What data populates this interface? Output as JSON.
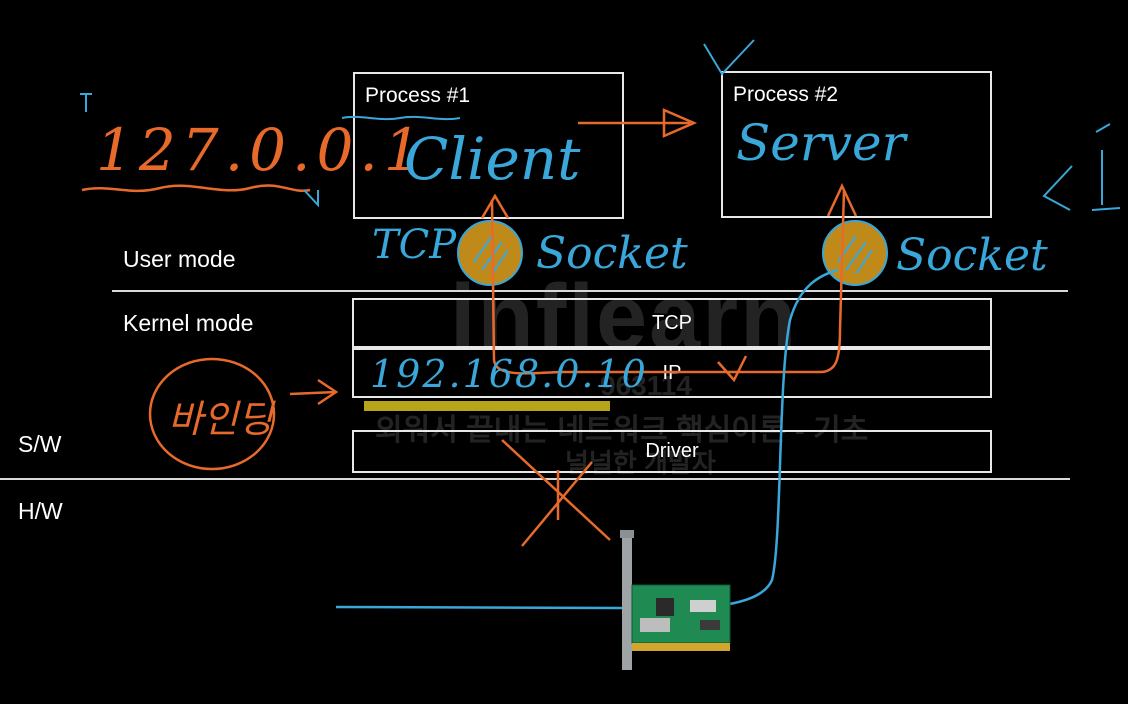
{
  "diagram": {
    "process1": {
      "title": "Process #1",
      "annotation": "Client"
    },
    "process2": {
      "title": "Process #2",
      "annotation": "Server"
    },
    "labels": {
      "user_mode": "User mode",
      "kernel_mode": "Kernel mode",
      "sw": "S/W",
      "hw": "H/W"
    },
    "layers": {
      "tcp": "TCP",
      "ip": "IP",
      "driver": "Driver"
    },
    "annotations": {
      "loopback_ip": "127.0.0.1",
      "tcp_label": "TCP",
      "socket_left": "Socket",
      "socket_right": "Socket",
      "ip_address": "192.168.0.10",
      "binding": "바인딩"
    },
    "watermark": {
      "brand": "inflearn",
      "number": "963114",
      "line1": "외워서 끝내는 네트워크 핵심이론 - 기초",
      "line2": "널널한 개발자"
    },
    "colors": {
      "background": "#000000",
      "blue_ink": "#39a7d9",
      "orange_ink": "#e86a2b",
      "socket_fill": "#c08a1a"
    }
  }
}
